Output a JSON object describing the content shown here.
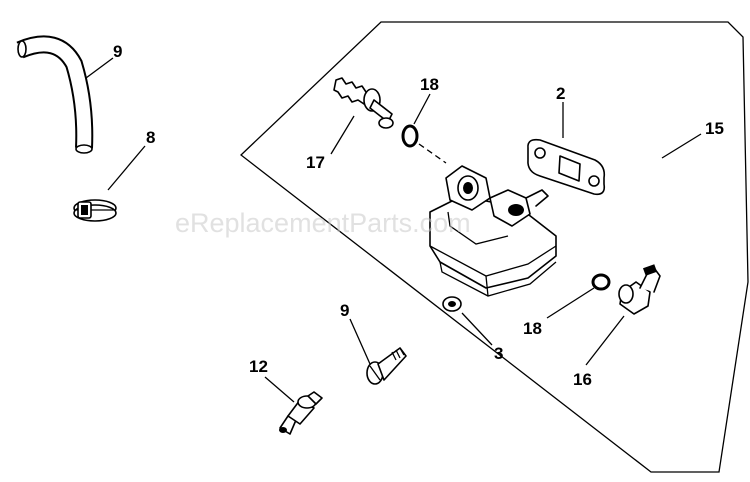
{
  "watermark": "eReplacementParts.com",
  "callouts": [
    {
      "id": "c9a",
      "label": "9"
    },
    {
      "id": "c8",
      "label": "8"
    },
    {
      "id": "c18a",
      "label": "18"
    },
    {
      "id": "c2",
      "label": "2"
    },
    {
      "id": "c15",
      "label": "15"
    },
    {
      "id": "c17",
      "label": "17"
    },
    {
      "id": "c9b",
      "label": "9"
    },
    {
      "id": "c12",
      "label": "12"
    },
    {
      "id": "c3",
      "label": "3"
    },
    {
      "id": "c18b",
      "label": "18"
    },
    {
      "id": "c16",
      "label": "16"
    }
  ],
  "colors": {
    "ink": "#000000",
    "background": "#ffffff",
    "watermark": "#c8c8c8"
  }
}
